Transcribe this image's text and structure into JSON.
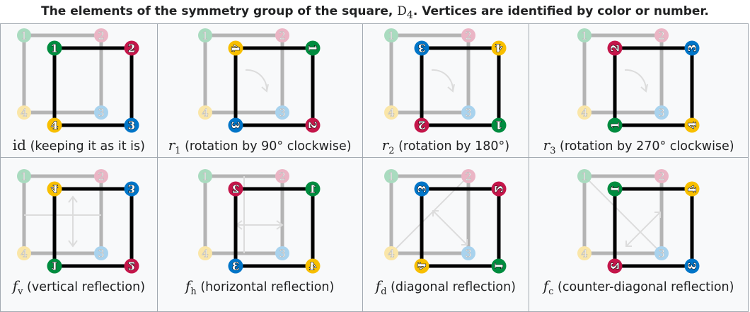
{
  "title": {
    "text": "The elements of the symmetry group of the square, ",
    "group": "D",
    "group_sub": "4",
    "tail": ". Vertices are identified by color or number."
  },
  "colors": {
    "1": "#008c3f",
    "2": "#c4164a",
    "3": "#0075c8",
    "4": "#f8bf00",
    "ghost_1": "#a9dbbf",
    "ghost_2": "#ebb5c5",
    "ghost_3": "#a9d3ee",
    "ghost_4": "#fae6a8",
    "ghost_edge": "#b4b4b4",
    "edge": "#000000"
  },
  "ghost_labels": [
    "1",
    "2",
    "3",
    "4"
  ],
  "cells": [
    {
      "symbol": "id",
      "sub": "",
      "italic": false,
      "desc": "(keeping it as it is)",
      "vertices": [
        "1",
        "2",
        "3",
        "4"
      ],
      "transform": "none"
    },
    {
      "symbol": "r",
      "sub": "1",
      "italic": true,
      "desc": "(rotation by 90° clockwise)",
      "vertices": [
        "4",
        "1",
        "2",
        "3"
      ],
      "transform": "rot90"
    },
    {
      "symbol": "r",
      "sub": "2",
      "italic": true,
      "desc": "(rotation by 180°)",
      "vertices": [
        "3",
        "4",
        "1",
        "2"
      ],
      "transform": "rot180"
    },
    {
      "symbol": "r",
      "sub": "3",
      "italic": true,
      "desc": "(rotation by 270° clockwise)",
      "vertices": [
        "2",
        "3",
        "4",
        "1"
      ],
      "transform": "rot270"
    },
    {
      "symbol": "f",
      "sub": "v",
      "italic": true,
      "desc": "(vertical reflection)",
      "vertices": [
        "4",
        "3",
        "2",
        "1"
      ],
      "transform": "flipv"
    },
    {
      "symbol": "f",
      "sub": "h",
      "italic": true,
      "desc": "(horizontal reflection)",
      "vertices": [
        "2",
        "1",
        "4",
        "3"
      ],
      "transform": "fliph"
    },
    {
      "symbol": "f",
      "sub": "d",
      "italic": true,
      "desc": "(diagonal reflection)",
      "vertices": [
        "3",
        "2",
        "1",
        "4"
      ],
      "transform": "flipd"
    },
    {
      "symbol": "f",
      "sub": "c",
      "italic": true,
      "desc": "(counter-diagonal reflection)",
      "vertices": [
        "1",
        "4",
        "3",
        "2"
      ],
      "transform": "flipc"
    }
  ]
}
